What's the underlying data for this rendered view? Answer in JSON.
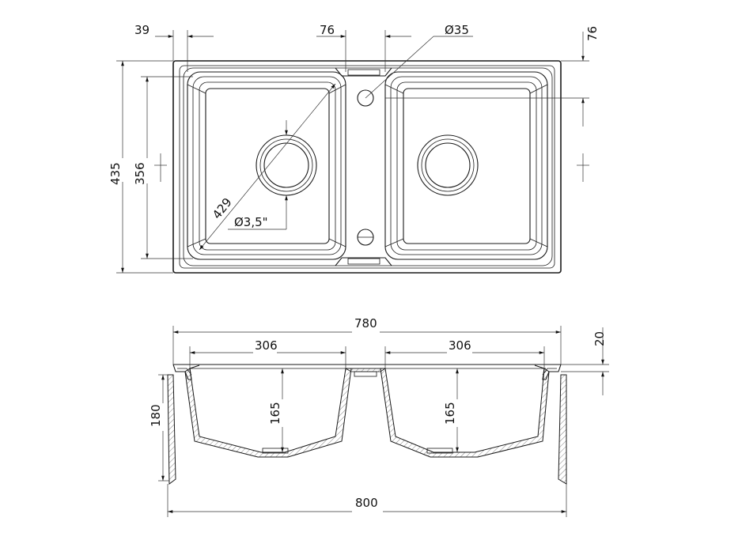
{
  "top_view": {
    "dims": {
      "offset_left": "39",
      "tap_hole_spacing": "76",
      "tap_hole_diameter": "Ø35",
      "offset_right": "76",
      "overall_depth": "435",
      "inner_depth": "356",
      "diagonal": "429",
      "drain_diameter": "Ø3,5\""
    }
  },
  "side_view": {
    "dims": {
      "inner_width": "780",
      "bowl_left_width": "306",
      "bowl_right_width": "306",
      "rim_thickness": "20",
      "cabinet_height": "180",
      "bowl_left_depth": "165",
      "bowl_right_depth": "165",
      "overall_width": "800"
    }
  }
}
